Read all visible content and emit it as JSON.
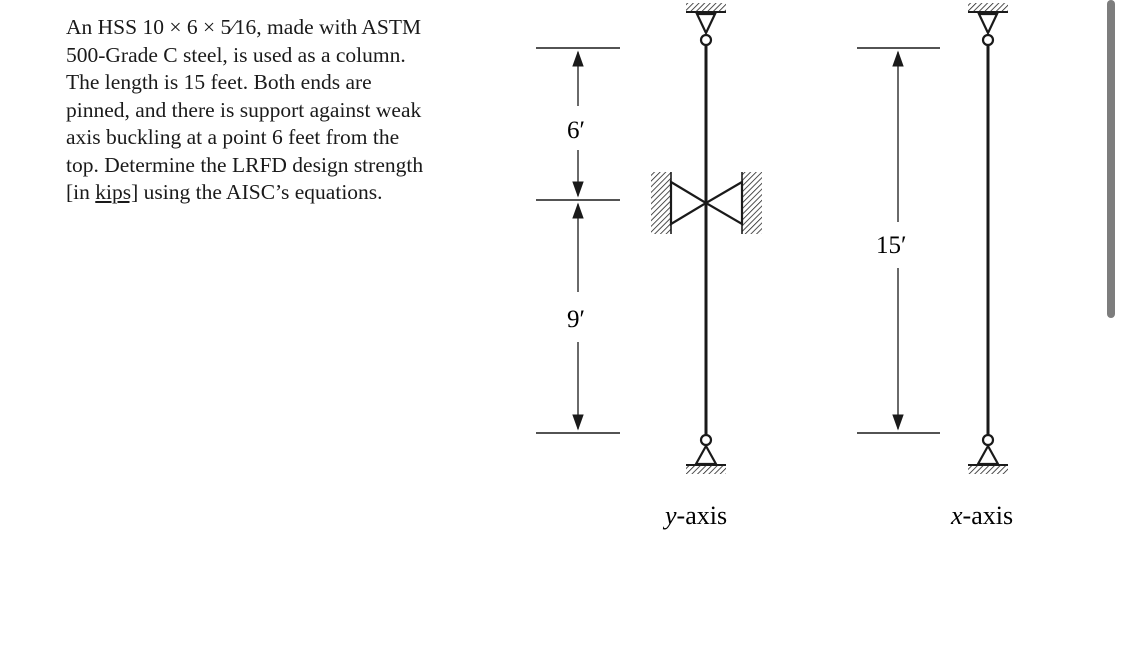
{
  "problem": {
    "lines": [
      "An HSS 10 × 6 × 5⁄16, made with ASTM",
      "500-Grade C steel, is used as a column.",
      "The length is 15 feet. Both ends are",
      "pinned, and there is support against weak",
      "axis buckling at a point 6 feet from the",
      "top. Determine the LRFD design strength"
    ],
    "last_line_prefix": "[in ",
    "last_line_link": "kips]",
    "last_line_suffix": " using the AISC’s equations."
  },
  "diagram": {
    "top_segment_label": "6′",
    "bottom_segment_label": "9′",
    "total_length_label": "15′",
    "y_axis_var": "y",
    "y_axis_suffix": "-axis",
    "x_axis_var": "x",
    "x_axis_suffix": "-axis"
  }
}
